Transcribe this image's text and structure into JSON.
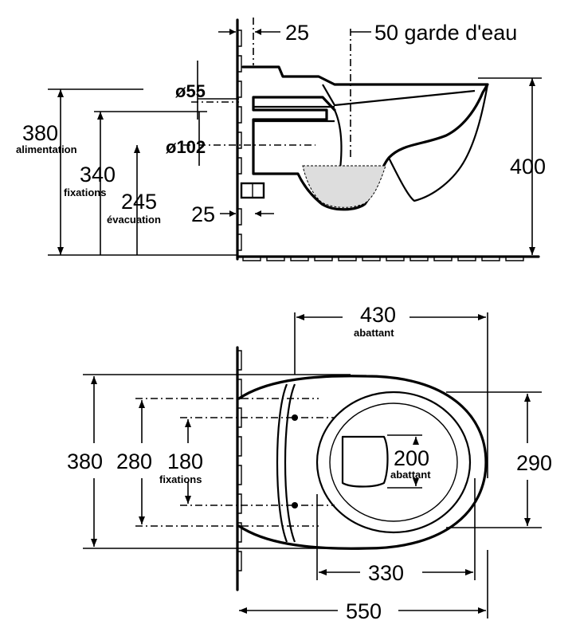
{
  "side_view": {
    "dim_top_25": "25",
    "water_seal": "50 garde d'eau",
    "diam_55": "ø55",
    "diam_102": "ø102",
    "dim_380": "380",
    "label_alimentation": "alimentation",
    "dim_340": "340",
    "label_fixations": "fixations",
    "dim_245": "245",
    "label_evacuation": "évacuation",
    "dim_bottom_25": "25",
    "dim_400": "400"
  },
  "top_view": {
    "dim_430": "430",
    "label_abattant_top": "abattant",
    "dim_380": "380",
    "dim_280": "280",
    "dim_180": "180",
    "label_fixations": "fixations",
    "dim_200": "200",
    "label_abattant_inner": "abattant",
    "dim_290": "290",
    "dim_330": "330",
    "dim_550": "550"
  }
}
